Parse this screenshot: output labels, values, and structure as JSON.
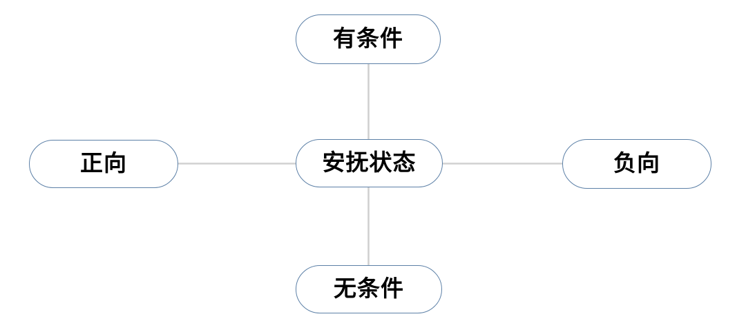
{
  "diagram": {
    "type": "radial-mind-map",
    "background_color": "#ffffff",
    "node_border_color": "#5b7fa6",
    "node_fill_color": "#ffffff",
    "node_text_color": "#000000",
    "edge_color": "#d0d0d0",
    "center": {
      "id": "center",
      "label": "安抚状态"
    },
    "branches": [
      {
        "id": "top",
        "label": "有条件",
        "position": "top"
      },
      {
        "id": "right",
        "label": "负向",
        "position": "right"
      },
      {
        "id": "bottom",
        "label": "无条件",
        "position": "bottom"
      },
      {
        "id": "left",
        "label": "正向",
        "position": "left"
      }
    ],
    "edges": [
      {
        "id": "edge-center-top",
        "from": "center",
        "to": "top",
        "orientation": "vertical"
      },
      {
        "id": "edge-center-bottom",
        "from": "center",
        "to": "bottom",
        "orientation": "vertical"
      },
      {
        "id": "edge-center-left",
        "from": "center",
        "to": "left",
        "orientation": "horizontal"
      },
      {
        "id": "edge-center-right",
        "from": "center",
        "to": "right",
        "orientation": "horizontal"
      }
    ]
  }
}
